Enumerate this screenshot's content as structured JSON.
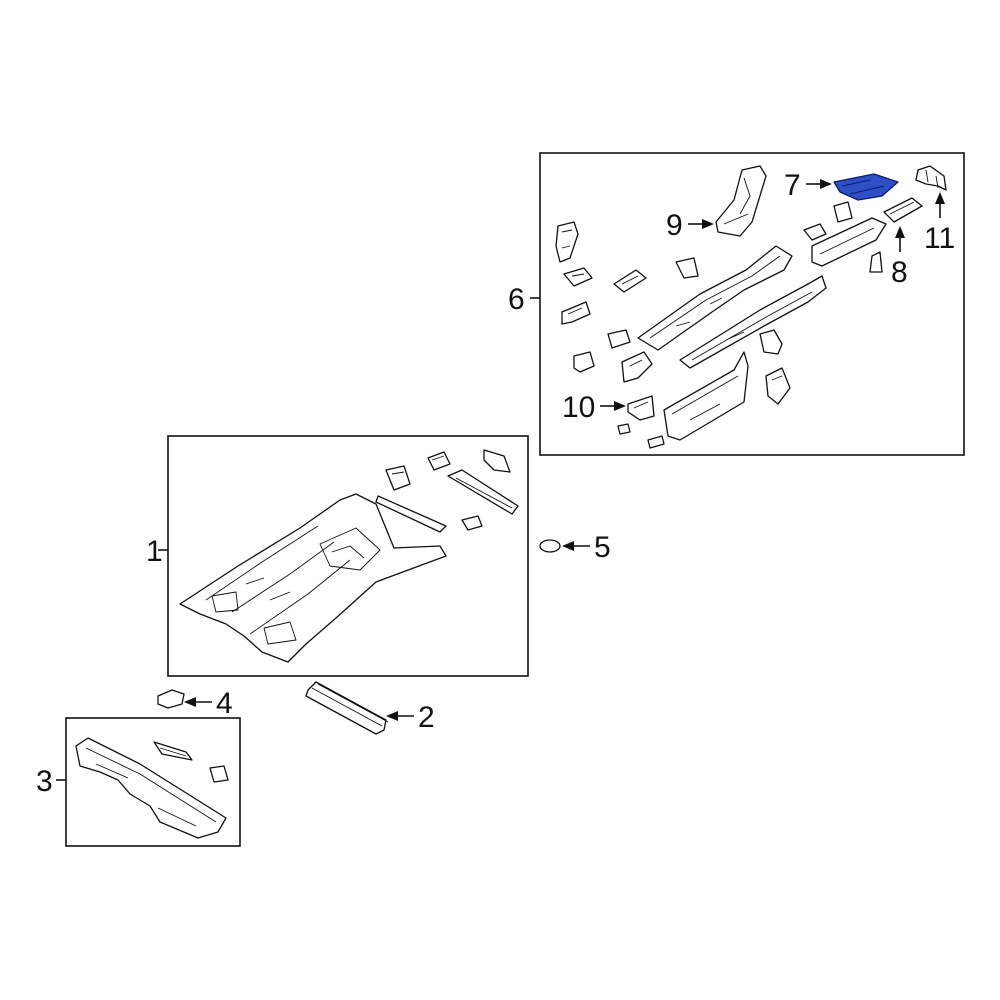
{
  "diagram": {
    "highlight_color": "#2f4fc4",
    "callouts": [
      {
        "id": "c1",
        "label": "1"
      },
      {
        "id": "c2",
        "label": "2"
      },
      {
        "id": "c3",
        "label": "3"
      },
      {
        "id": "c4",
        "label": "4"
      },
      {
        "id": "c5",
        "label": "5"
      },
      {
        "id": "c6",
        "label": "6"
      },
      {
        "id": "c7",
        "label": "7"
      },
      {
        "id": "c8",
        "label": "8"
      },
      {
        "id": "c9",
        "label": "9"
      },
      {
        "id": "c10",
        "label": "10"
      },
      {
        "id": "c11",
        "label": "11"
      }
    ]
  }
}
